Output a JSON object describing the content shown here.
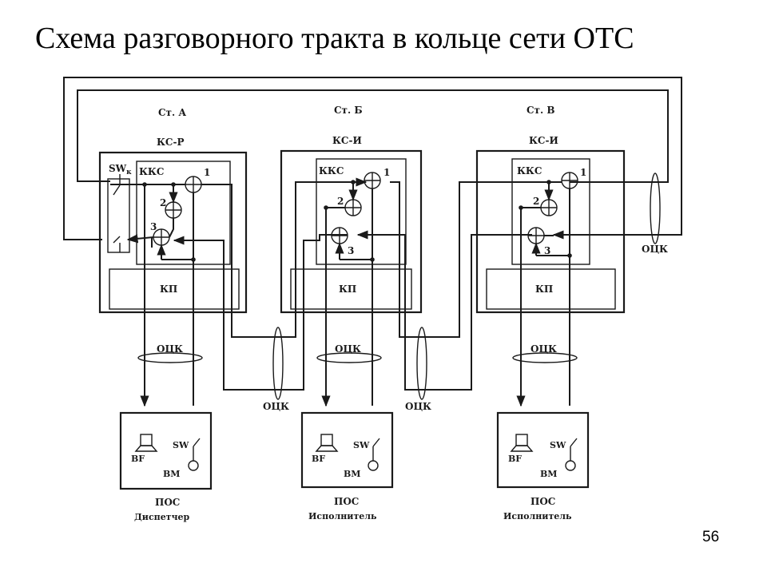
{
  "slide": {
    "title": "Схема разговорного тракта в кольце сети ОТС",
    "page_number": "56"
  },
  "stations": [
    {
      "station_label": "Ст. А",
      "switch_label": "КС-Р",
      "kks_label": "ККС",
      "kp_label": "КП",
      "adder_labels": [
        "1",
        "2",
        "3"
      ],
      "sw_label": "SW",
      "sw_sub": "к",
      "ock_label": "ОЦК",
      "terminal": {
        "speaker_label": "BF",
        "mic_label": "BM",
        "switch_label": "SW",
        "name": "ПОС",
        "role": "Диспетчер"
      }
    },
    {
      "station_label": "Ст. Б",
      "switch_label": "КС-И",
      "kks_label": "ККС",
      "kp_label": "КП",
      "adder_labels": [
        "1",
        "2",
        "3"
      ],
      "ock_label": "ОЦК",
      "terminal": {
        "speaker_label": "BF",
        "mic_label": "BM",
        "switch_label": "SW",
        "name": "ПОС",
        "role": "Исполнитель"
      }
    },
    {
      "station_label": "Ст. В",
      "switch_label": "КС-И",
      "kks_label": "ККС",
      "kp_label": "КП",
      "adder_labels": [
        "1",
        "2",
        "3"
      ],
      "ock_label": "ОЦК",
      "terminal": {
        "speaker_label": "BF",
        "mic_label": "BM",
        "switch_label": "SW",
        "name": "ПОС",
        "role": "Исполнитель"
      }
    }
  ],
  "ring_links": {
    "link_ab_label": "ОЦК",
    "link_bc_label": "ОЦК",
    "link_ring_label": "ОЦК"
  }
}
